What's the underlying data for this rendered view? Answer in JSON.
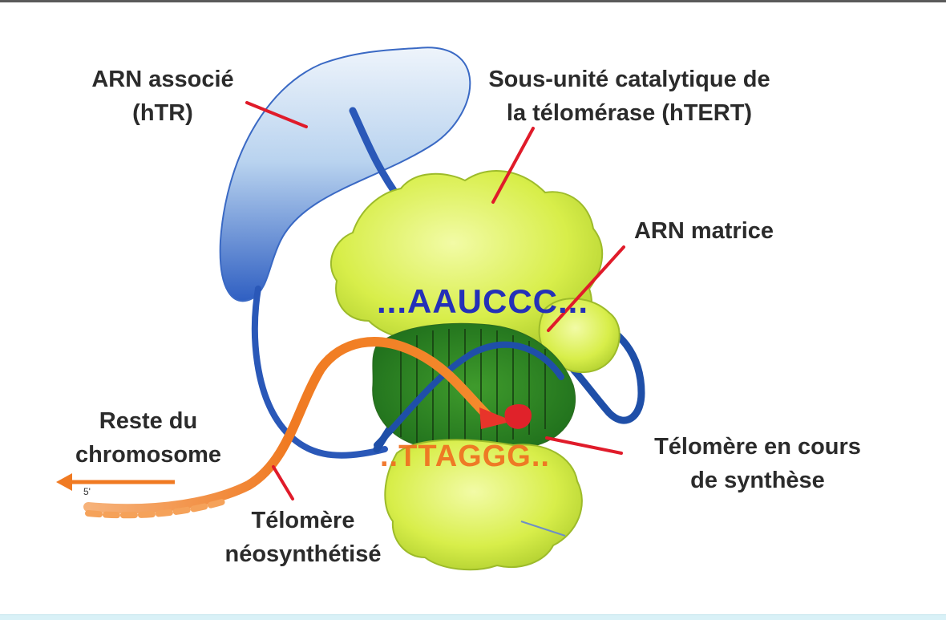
{
  "labels": {
    "arn_associe_line1": "ARN associé",
    "arn_associe_line2": "(hTR)",
    "sous_unite_line1": "Sous-unité catalytique de",
    "sous_unite_line2": "la télomérase (hTERT)",
    "arn_matrice": "ARN matrice",
    "telomere_synthese_line1": "Télomère en cours",
    "telomere_synthese_line2": "de synthèse",
    "telomere_neo_line1": "Télomère",
    "telomere_neo_line2": "néosynthétisé",
    "reste_line1": "Reste du",
    "reste_line2": "chromosome",
    "five_prime": "5'"
  },
  "sequences": {
    "template": "...AAUCCC...",
    "synthesized": "..TTAGGG.."
  },
  "colors": {
    "rna_blue": "#2f6fd0",
    "protein_green": "#d8ee4a",
    "dna_orange": "#f07a22",
    "leader_red": "#e01b2a",
    "template_text": "#2430b8"
  }
}
